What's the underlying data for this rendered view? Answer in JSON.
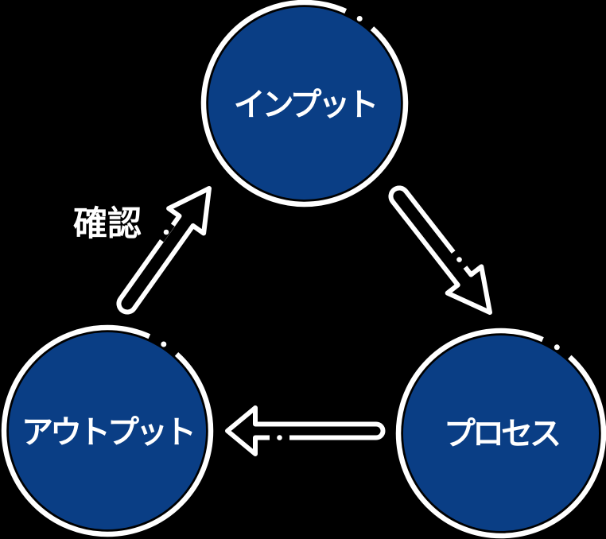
{
  "diagram": {
    "type": "cycle",
    "background_color": "#000000",
    "node_fill_color": "#0a3e85",
    "line_color": "#ffffff",
    "nodes": [
      {
        "id": "input",
        "label": "インプット"
      },
      {
        "id": "process",
        "label": "プロセス"
      },
      {
        "id": "output",
        "label": "アウトプット"
      }
    ],
    "edges": [
      {
        "from": "input",
        "to": "process",
        "label": ""
      },
      {
        "from": "process",
        "to": "output",
        "label": ""
      },
      {
        "from": "output",
        "to": "input",
        "label": "確認"
      }
    ]
  }
}
